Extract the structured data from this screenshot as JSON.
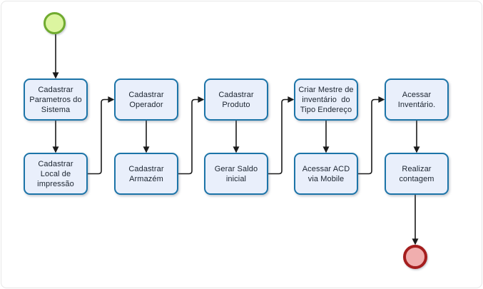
{
  "diagram": {
    "type": "flowchart",
    "nodes": {
      "start": {
        "kind": "start-event",
        "label": ""
      },
      "n1": {
        "kind": "task",
        "label": "Cadastrar\nParametros do\nSistema"
      },
      "n2": {
        "kind": "task",
        "label": "Cadastrar\nOperador"
      },
      "n3": {
        "kind": "task",
        "label": "Cadastrar\nProduto"
      },
      "n4": {
        "kind": "task",
        "label": "Criar Mestre de\ninventário  do\nTipo Endereço"
      },
      "n5": {
        "kind": "task",
        "label": "Acessar\nInventário."
      },
      "n6": {
        "kind": "task",
        "label": "Cadastrar\nLocal de\nimpressão"
      },
      "n7": {
        "kind": "task",
        "label": "Cadastrar\nArmazém"
      },
      "n8": {
        "kind": "task",
        "label": "Gerar Saldo\ninicial"
      },
      "n9": {
        "kind": "task",
        "label": "Acessar ACD\nvia Mobile"
      },
      "n10": {
        "kind": "task",
        "label": "Realizar\ncontagem"
      },
      "end": {
        "kind": "end-event",
        "label": ""
      }
    },
    "edges": [
      {
        "from": "start",
        "to": "n1",
        "route": "down"
      },
      {
        "from": "n1",
        "to": "n6",
        "route": "down"
      },
      {
        "from": "n6",
        "to": "n2",
        "route": "elbow"
      },
      {
        "from": "n2",
        "to": "n7",
        "route": "down"
      },
      {
        "from": "n7",
        "to": "n3",
        "route": "elbow"
      },
      {
        "from": "n3",
        "to": "n8",
        "route": "down"
      },
      {
        "from": "n8",
        "to": "n4",
        "route": "elbow"
      },
      {
        "from": "n4",
        "to": "n9",
        "route": "down"
      },
      {
        "from": "n9",
        "to": "n5",
        "route": "elbow"
      },
      {
        "from": "n5",
        "to": "n10",
        "route": "down"
      },
      {
        "from": "n10",
        "to": "end",
        "route": "down"
      }
    ],
    "colors": {
      "box_fill": "#e9effb",
      "box_border": "#1c74a8",
      "start_fill": "#dcf5a0",
      "start_border": "#70ab2f",
      "end_fill": "#f0aeae",
      "end_border": "#a51e1e",
      "line": "#1a1a1a"
    }
  }
}
